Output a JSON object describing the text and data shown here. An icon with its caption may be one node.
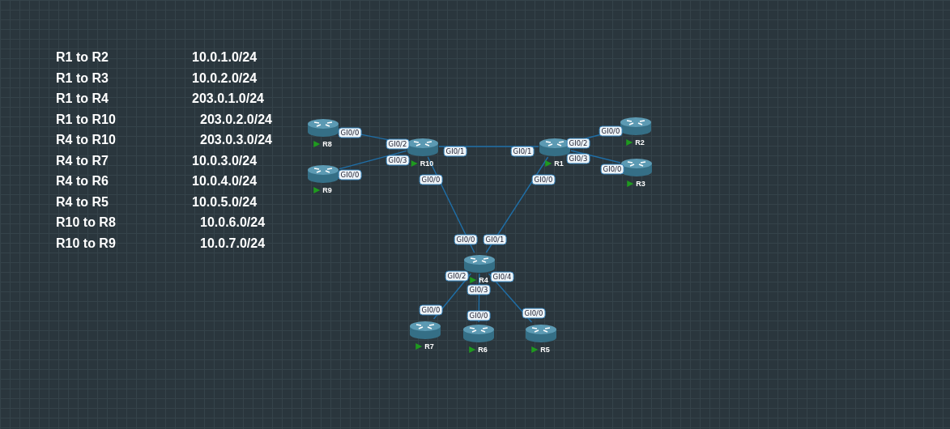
{
  "diagram": {
    "nodes": [
      {
        "text": [
          "R8"
        ]
      },
      {
        "text": [
          "R10"
        ]
      },
      {
        "text": [
          "R1"
        ]
      },
      {
        "text": [
          "R2"
        ]
      },
      {
        "text": [
          "R9"
        ]
      },
      {
        "text": [
          "R3"
        ]
      },
      {
        "text": [
          "R4"
        ]
      },
      {
        "text": [
          "R7"
        ]
      },
      {
        "text": [
          "R6"
        ]
      },
      {
        "text": [
          "R5"
        ]
      }
    ],
    "edges": [
      {
        "from": 0,
        "to": 1,
        "arrow": "none"
      },
      {
        "from": 4,
        "to": 1,
        "arrow": "none"
      },
      {
        "from": 1,
        "to": 2,
        "arrow": "none"
      },
      {
        "from": 2,
        "to": 3,
        "arrow": "none"
      },
      {
        "from": 2,
        "to": 5,
        "arrow": "none"
      },
      {
        "from": 1,
        "to": 6,
        "arrow": "none"
      },
      {
        "from": 2,
        "to": 6,
        "arrow": "none"
      },
      {
        "from": 6,
        "to": 7,
        "arrow": "none"
      },
      {
        "from": 6,
        "to": 8,
        "arrow": "none"
      },
      {
        "from": 6,
        "to": 9,
        "arrow": "none"
      }
    ],
    "labels": [
      "R1 to R2",
      "10.0.1.0/24",
      "R1 to R3",
      "10.0.2.0/24",
      "R1 to R4",
      "203.0.1.0/24",
      "R1 to R10",
      "203.0.2.0/24",
      "R4 to R10",
      "203.0.3.0/24",
      "R4 to R7",
      "10.0.3.0/24",
      "R4 to R6",
      "10.0.4.0/24",
      "R4 to R5",
      "10.0.5.0/24",
      "R10 to R8",
      "10.0.6.0/24",
      "R10 to R9",
      "10.0.7.0/24",
      "GI0/0",
      "GI0/2",
      "GI0/0",
      "GI0/3",
      "GI0/1",
      "GI0/1",
      "GI0/2",
      "GI0/0",
      "GI0/3",
      "GI0/0",
      "GI0/0",
      "GI0/0",
      "GI0/0",
      "GI0/1",
      "GI0/2",
      "GI0/0",
      "GI0/3",
      "GI0/0",
      "GI0/4",
      "GI0/0"
    ]
  }
}
